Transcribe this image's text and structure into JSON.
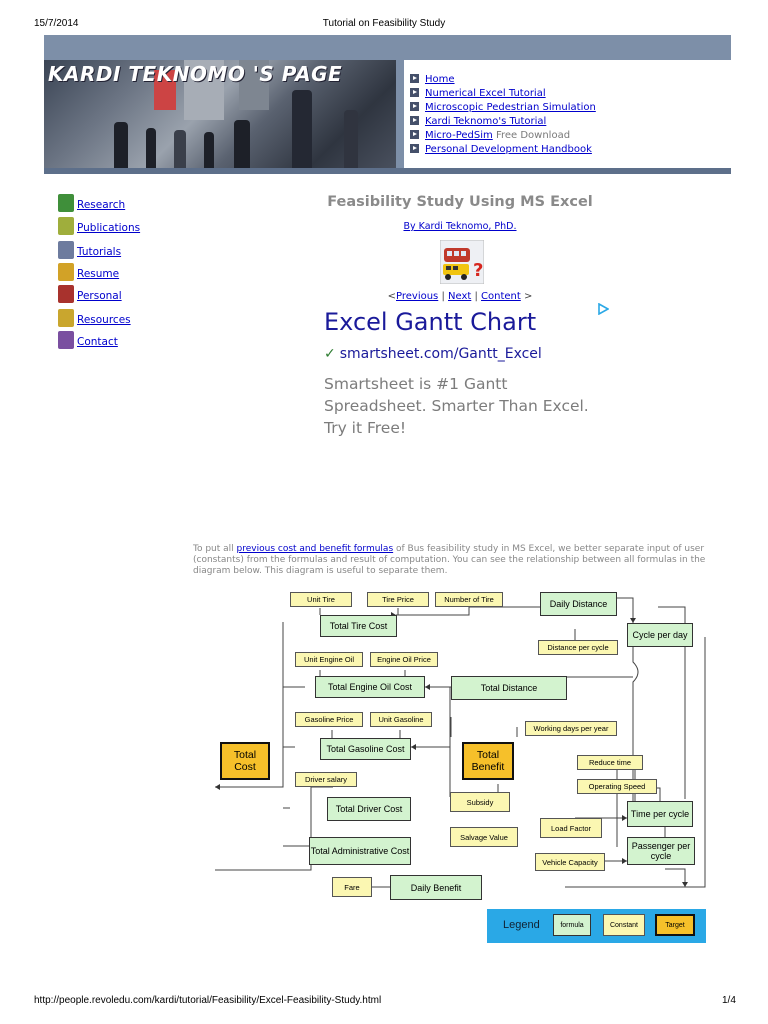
{
  "print_header": {
    "date": "15/7/2014",
    "title": "Tutorial on Feasibility Study"
  },
  "banner": {
    "title": "KARDI TEKNOMO 'S PAGE"
  },
  "top_menu": [
    {
      "label": "Home"
    },
    {
      "label": "Numerical Excel Tutorial"
    },
    {
      "label": "Microscopic Pedestrian Simulation"
    },
    {
      "label": "Kardi Teknomo's Tutorial"
    },
    {
      "label": "Micro-PedSim",
      "extra": "Free Download"
    },
    {
      "label": "Personal Development Handbook"
    }
  ],
  "sidebar": [
    {
      "label": "Research",
      "color": "#3f8f3a"
    },
    {
      "label": "Publications",
      "color": "#9fae3c"
    },
    {
      "label": "Tutorials",
      "color": "#6d7b9e"
    },
    {
      "label": "Resume",
      "color": "#d2a227"
    },
    {
      "label": "Personal",
      "color": "#a8322d"
    },
    {
      "label": "Resources",
      "color": "#c9a62e"
    },
    {
      "label": "Contact",
      "color": "#7a4fa0"
    }
  ],
  "main": {
    "title": "Feasibility Study Using MS Excel",
    "byline": "By Kardi Teknomo, PhD.",
    "nav": {
      "prev": "Previous",
      "next": "Next",
      "content": "Content"
    }
  },
  "ad": {
    "title": "Excel Gantt Chart",
    "url": "smartsheet.com/Gantt_Excel",
    "desc": "Smartsheet is #1 Gantt Spreadsheet. Smarter Than Excel. Try it Free!"
  },
  "intro": {
    "before": "To put all ",
    "link": "previous cost and benefit formulas",
    "after": " of Bus feasibility study in MS Excel, we better separate input of user (constants) from the formulas and result of computation. You can see the relationship between all formulas in the diagram below. This diagram is useful to separate them."
  },
  "diagram": {
    "constants": {
      "unit_tire": "Unit Tire",
      "tire_price": "Tire Price",
      "number_of_tire": "Number of Tire",
      "distance_per_cycle": "Distance per cycle",
      "unit_engine_oil": "Unit Engine Oil",
      "engine_oil_price": "Engine Oil Price",
      "gasoline_price": "Gasoline Price",
      "unit_gasoline": "Unit Gasoline",
      "working_days": "Working days per year",
      "driver_salary": "Driver salary",
      "reduce_time": "Reduce time",
      "operating_speed": "Operating Speed",
      "subsidy": "Subsidy",
      "load_factor": "Load Factor",
      "salvage_value": "Salvage Value",
      "vehicle_capacity": "Vehicle Capacity",
      "fare": "Fare"
    },
    "formulas": {
      "daily_distance": "Daily Distance",
      "total_tire_cost": "Total Tire Cost",
      "cycle_per_day": "Cycle per day",
      "total_engine_oil_cost": "Total Engine Oil Cost",
      "total_distance": "Total Distance",
      "total_gasoline_cost": "Total Gasoline Cost",
      "total_driver_cost": "Total Driver Cost",
      "time_per_cycle": "Time per cycle",
      "total_admin_cost": "Total Administrative Cost",
      "passenger_per_cycle": "Passenger per cycle",
      "daily_benefit": "Daily Benefit"
    },
    "targets": {
      "total_cost": "Total Cost",
      "total_benefit": "Total Benefit"
    },
    "legend": {
      "title": "Legend",
      "formula": "formula",
      "constant": "Constant",
      "target": "Target"
    }
  },
  "footer": {
    "url": "http://people.revoledu.com/kardi/tutorial/Feasibility/Excel-Feasibility-Study.html",
    "page": "1/4"
  }
}
